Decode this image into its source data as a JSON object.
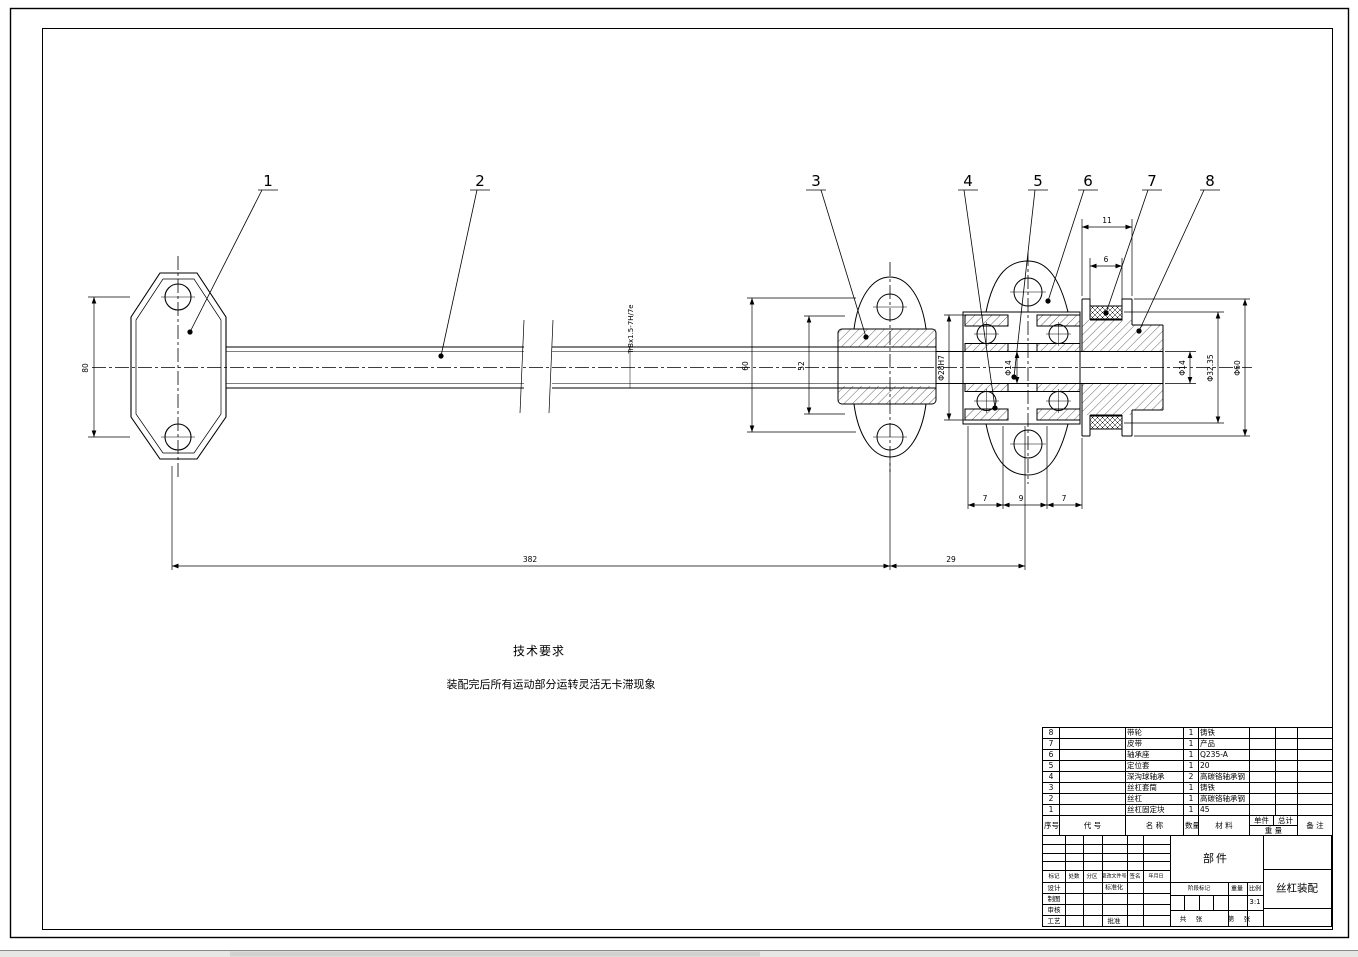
{
  "annotations": {
    "tech_req_title": "技术要求",
    "tech_req_body": "装配完后所有运动部分运转灵活无卡滞现象",
    "thread_label": "Tr8x1.5-7H/7e"
  },
  "callouts": [
    "1",
    "2",
    "3",
    "4",
    "5",
    "6",
    "7",
    "8"
  ],
  "dims": {
    "flange_height": "80",
    "nut_height": "60",
    "nut_body": "52",
    "housing_bore": "Φ28H7",
    "shaft_mid": "Φ14",
    "seg_left": "7",
    "seg_mid": "9",
    "seg_right": "7",
    "overall_length": "382",
    "right_length": "29",
    "pulley_width": "11",
    "belt_width": "6",
    "shaft_end": "Φ14",
    "pulley_pitch_dia": "Φ32.35",
    "pulley_outer_dia": "Φ60"
  },
  "parts_list": {
    "headers": {
      "seq": "序号",
      "code": "代  号",
      "name": "名  称",
      "qty": "数量",
      "material": "材  料",
      "unit": "单件",
      "total": "总计",
      "weight": "重 量",
      "remark": "备 注"
    },
    "rows": [
      {
        "seq": "8",
        "code": "",
        "name": "带轮",
        "qty": "1",
        "material": "铸铁"
      },
      {
        "seq": "7",
        "code": "",
        "name": "皮带",
        "qty": "1",
        "material": "产品"
      },
      {
        "seq": "6",
        "code": "",
        "name": "轴承座",
        "qty": "1",
        "material": "Q235-A"
      },
      {
        "seq": "5",
        "code": "",
        "name": "定位套",
        "qty": "1",
        "material": "20"
      },
      {
        "seq": "4",
        "code": "",
        "name": "深沟球轴承",
        "qty": "2",
        "material": "高碳铬轴承钢"
      },
      {
        "seq": "3",
        "code": "",
        "name": "丝杠套筒",
        "qty": "1",
        "material": "铸铁"
      },
      {
        "seq": "2",
        "code": "",
        "name": "丝杠",
        "qty": "1",
        "material": "高碳铬轴承钢"
      },
      {
        "seq": "1",
        "code": "",
        "name": "丝杠固定块",
        "qty": "1",
        "material": "45"
      }
    ]
  },
  "title_block": {
    "rev_headers": [
      "标记",
      "处数",
      "分区",
      "更改文件号",
      "签名",
      "年月日"
    ],
    "roles": {
      "design": "设计",
      "draft": "制图",
      "check": "审核",
      "process": "工艺",
      "standard": "标准化",
      "approve": "批准"
    },
    "stage_label": "阶段标记",
    "weight_label": "重量",
    "scale_label": "比例",
    "scale_value": "3:1",
    "sheet": [
      "共",
      "张",
      "第",
      "张"
    ],
    "part_type": "部件",
    "drawing_title": "丝杠装配"
  }
}
